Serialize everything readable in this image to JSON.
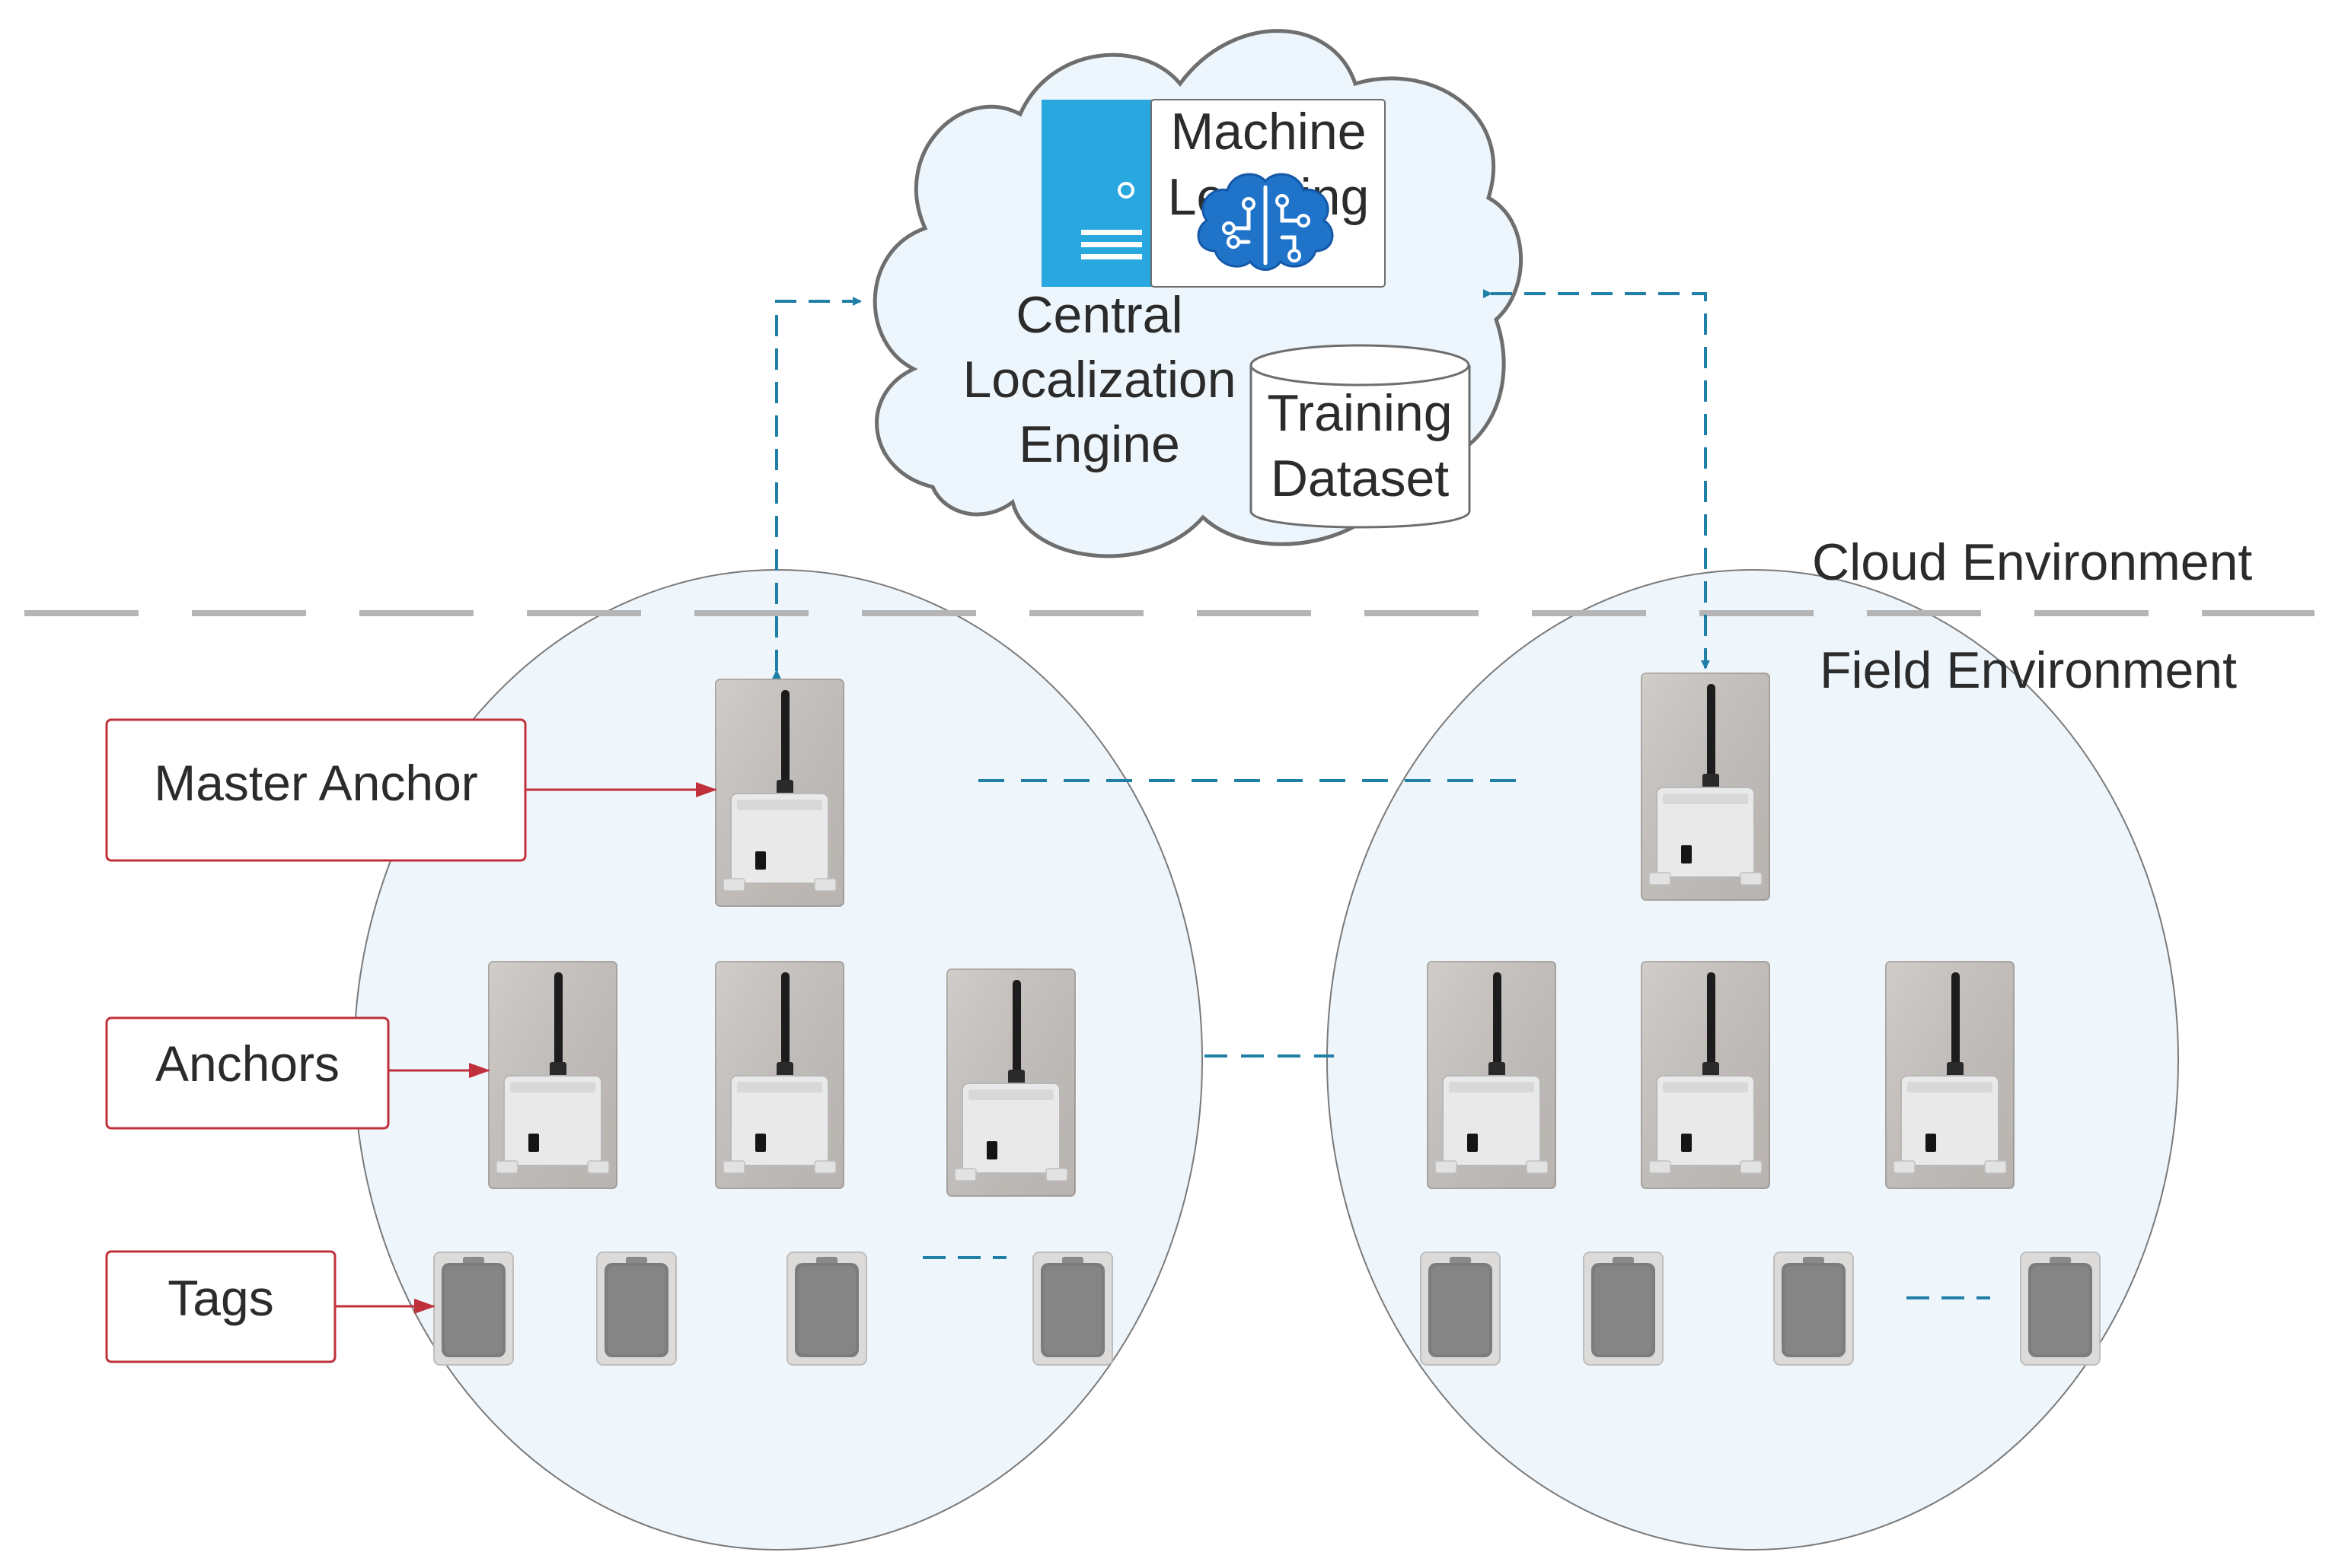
{
  "cloud": {
    "ml_line1": "Machine",
    "ml_line2": "Learning",
    "engine_line1": "Central",
    "engine_line2": "Localization",
    "engine_line3": "Engine",
    "dataset_line1": "Training",
    "dataset_line2": "Dataset"
  },
  "environments": {
    "cloud_label": "Cloud Environment",
    "field_label": "Field Environment"
  },
  "legend": {
    "master_anchor": "Master Anchor",
    "anchors": "Anchors",
    "tags": "Tags"
  },
  "colors": {
    "cloud_fill": "#ecf6fc",
    "circle_fill": "#eef6fc",
    "server_blue": "#29a8e0",
    "link_blue": "#1f7fa6",
    "arrow_red": "#c0303a",
    "env_divider": "#b5b5b5"
  },
  "icons": [
    "server-icon",
    "brain-circuit-icon",
    "database-icon",
    "anchor-device-icon",
    "tag-device-icon"
  ]
}
